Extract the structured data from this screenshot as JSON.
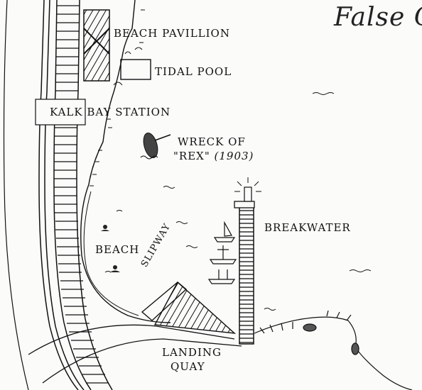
{
  "title": "False C",
  "labels": {
    "beach_pavilion": "BEACH PAVILLION",
    "tidal_pool": "TIDAL POOL",
    "kalk_bay_station": "KALK BAY STATION",
    "wreck_line1": "WRECK OF",
    "wreck_line2": "\"REX\"",
    "wreck_year": "(1903)",
    "breakwater": "BREAKWATER",
    "beach": "BEACH",
    "slipway": "SLIPWAY",
    "landing_line1": "LANDING",
    "landing_line2": "QUAY"
  },
  "colors": {
    "ink": "#111111",
    "paper": "#fbfbf9"
  }
}
